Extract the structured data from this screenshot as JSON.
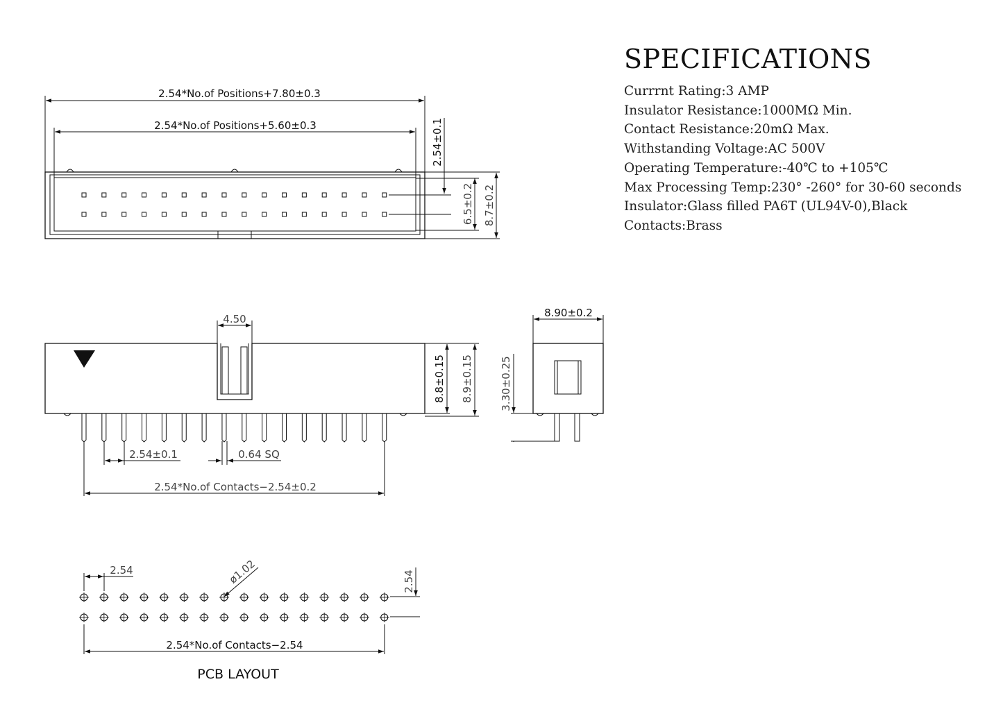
{
  "specifications": {
    "title": "SPECIFICATIONS",
    "lines": [
      "Currrnt Rating:3 AMP",
      "Insulator Resistance:1000MΩ Min.",
      "Contact Resistance:20mΩ Max.",
      "Withstanding Voltage:AC 500V",
      "Operating Temperature:-40℃ to +105℃",
      "Max Processing Temp:230° -260° for 30-60 seconds",
      "Insulator:Glass filled PA6T (UL94V-0),Black",
      "Contacts:Brass"
    ]
  },
  "top_view": {
    "overall_width": "2.54*No.of Positions+7.80±0.3",
    "inner_width": "2.54*No.of Positions+5.60±0.3",
    "row_pitch": "2.54±0.1",
    "inner_height": "6.5±0.2",
    "outer_height": "8.7±0.2",
    "pins_per_row": 16,
    "rows": 2
  },
  "front_view": {
    "key_width": "4.50",
    "body_height": "8.8±0.15",
    "total_height": "8.9±0.15",
    "pin_pitch": "2.54±0.1",
    "pin_size": "0.64 SQ",
    "contact_span": "2.54*No.of Contacts−2.54±0.2",
    "pins": 16
  },
  "side_view": {
    "width": "8.90±0.2",
    "pin_length": "3.30±0.25"
  },
  "pcb_layout": {
    "pitch_x": "2.54",
    "hole_diameter": "ø1.02",
    "pitch_y": "2.54",
    "span": "2.54*No.of Contacts−2.54",
    "caption": "PCB LAYOUT",
    "holes_per_row": 16,
    "rows": 2
  }
}
